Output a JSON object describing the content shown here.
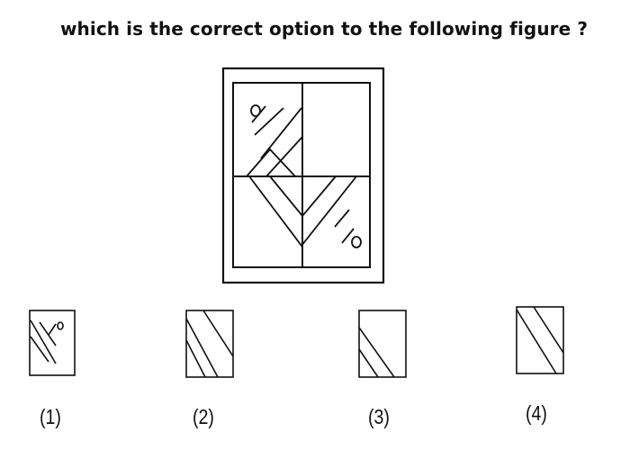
{
  "question": "which is the correct option to the following figure ?",
  "options": [
    {
      "label": "(1)"
    },
    {
      "label": "(2)"
    },
    {
      "label": "(3)"
    },
    {
      "label": "(4)"
    }
  ],
  "colors": {
    "stroke": "#111111",
    "background": "#ffffff"
  }
}
